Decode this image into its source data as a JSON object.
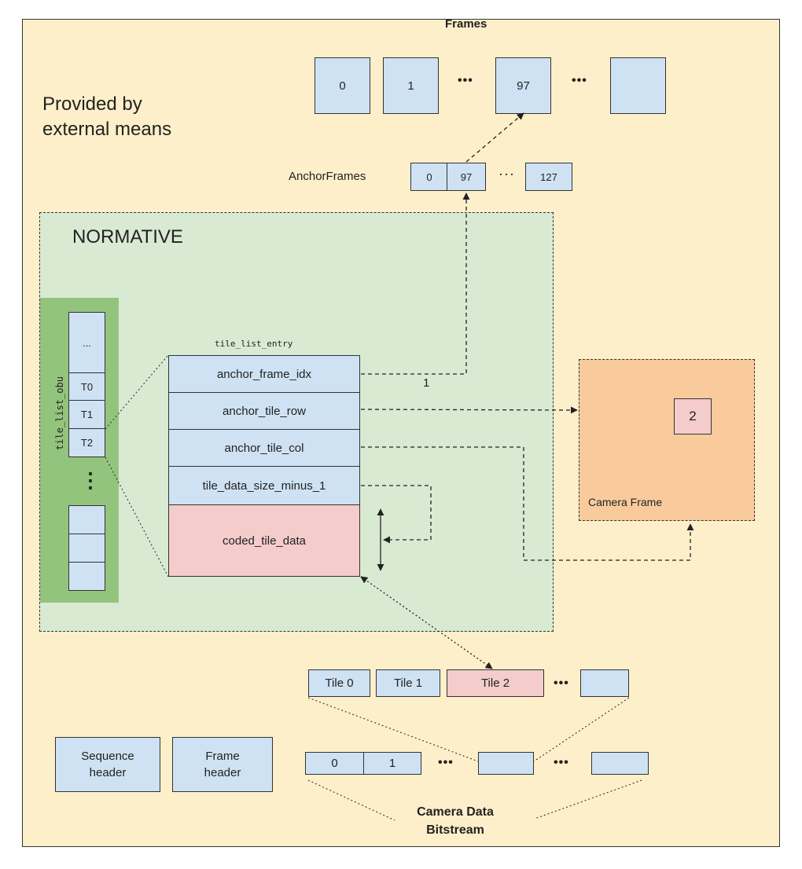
{
  "heading": {
    "provided_line1": "Provided by",
    "provided_line2": "external means",
    "normative": "NORMATIVE"
  },
  "frames": {
    "title": "Frames",
    "labels": [
      "0",
      "1",
      "97",
      ""
    ],
    "ellipsis": "•••"
  },
  "anchor_frames": {
    "label": "AnchorFrames",
    "cells": [
      "0",
      "97",
      "127"
    ],
    "ellipsis": "···"
  },
  "tile_list_obu": {
    "label": "tile_list_obu",
    "items": [
      "...",
      "T0",
      "T1",
      "T2",
      "",
      "",
      ""
    ],
    "vdots": "⋮"
  },
  "tile_list_entry": {
    "title": "tile_list_entry",
    "fields": [
      "anchor_frame_idx",
      "anchor_tile_row",
      "anchor_tile_col",
      "tile_data_size_minus_1",
      "coded_tile_data"
    ],
    "arrow_label": "1"
  },
  "camera_frame": {
    "label": "Camera Frame",
    "tile": "2"
  },
  "tiles": {
    "labels": [
      "Tile 0",
      "Tile 1",
      "Tile 2",
      ""
    ],
    "ellipsis": "•••"
  },
  "headers": {
    "sequence_line1": "Sequence",
    "sequence_line2": "header",
    "frame_line1": "Frame",
    "frame_line2": "header"
  },
  "bitstream": {
    "cells": [
      "0",
      "1",
      "",
      ""
    ],
    "ellipsis": "•••",
    "label_line1": "Camera Data",
    "label_line2": "Bitstream"
  },
  "colors": {
    "background": "#fdefc9",
    "normative": "#d9ead3",
    "obu": "#93c47d",
    "box": "#cfe2f3",
    "highlight": "#f4cccc",
    "camera_frame": "#f9cb9c"
  }
}
